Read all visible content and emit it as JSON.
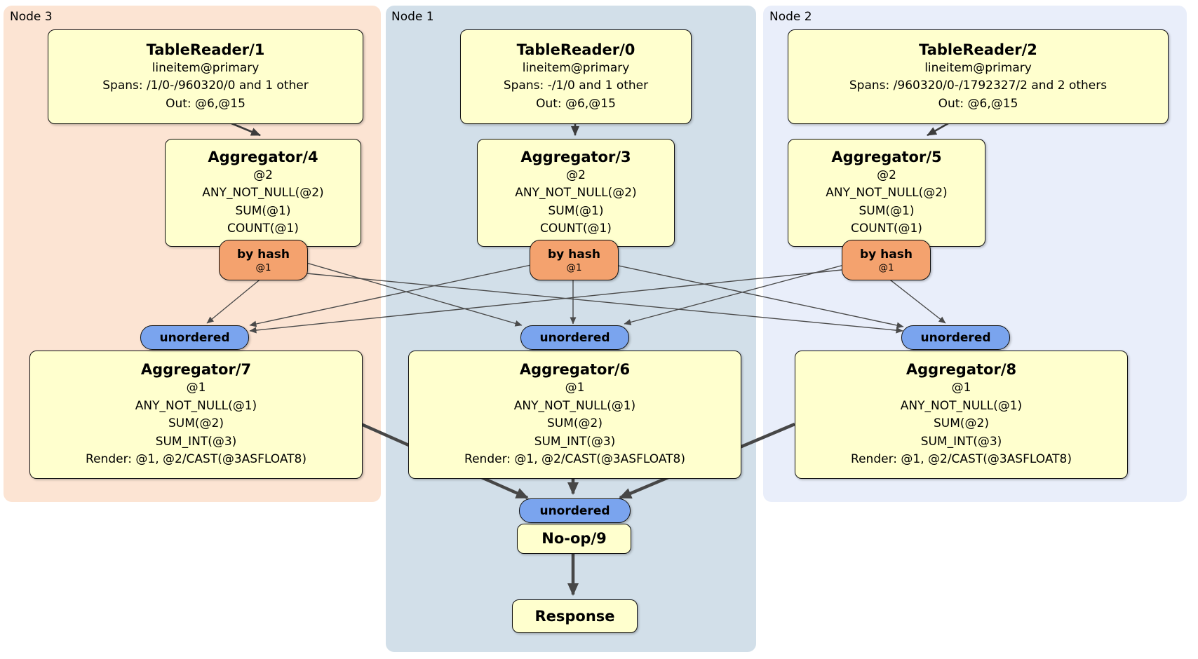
{
  "regions": {
    "node3": {
      "label": "Node 3",
      "bg": "#fce4d3"
    },
    "node1": {
      "label": "Node 1",
      "bg": "#d2dfe9"
    },
    "node2": {
      "label": "Node 2",
      "bg": "#e9eefa"
    }
  },
  "processors": {
    "tr1": {
      "title": "TableReader/1",
      "lines": [
        "lineitem@primary",
        "Spans: /1/0-/960320/0 and 1 other",
        "Out: @6,@15"
      ]
    },
    "tr0": {
      "title": "TableReader/0",
      "lines": [
        "lineitem@primary",
        "Spans: -/1/0 and 1 other",
        "Out: @6,@15"
      ]
    },
    "tr2": {
      "title": "TableReader/2",
      "lines": [
        "lineitem@primary",
        "Spans: /960320/0-/1792327/2 and 2 others",
        "Out: @6,@15"
      ]
    },
    "agg4": {
      "title": "Aggregator/4",
      "lines": [
        "@2",
        "ANY_NOT_NULL(@2)",
        "SUM(@1)",
        "COUNT(@1)"
      ]
    },
    "agg3": {
      "title": "Aggregator/3",
      "lines": [
        "@2",
        "ANY_NOT_NULL(@2)",
        "SUM(@1)",
        "COUNT(@1)"
      ]
    },
    "agg5": {
      "title": "Aggregator/5",
      "lines": [
        "@2",
        "ANY_NOT_NULL(@2)",
        "SUM(@1)",
        "COUNT(@1)"
      ]
    },
    "agg7": {
      "title": "Aggregator/7",
      "lines": [
        "@1",
        "ANY_NOT_NULL(@1)",
        "SUM(@2)",
        "SUM_INT(@3)",
        "Render: @1, @2/CAST(@3ASFLOAT8)"
      ]
    },
    "agg6": {
      "title": "Aggregator/6",
      "lines": [
        "@1",
        "ANY_NOT_NULL(@1)",
        "SUM(@2)",
        "SUM_INT(@3)",
        "Render: @1, @2/CAST(@3ASFLOAT8)"
      ]
    },
    "agg8": {
      "title": "Aggregator/8",
      "lines": [
        "@1",
        "ANY_NOT_NULL(@1)",
        "SUM(@2)",
        "SUM_INT(@3)",
        "Render: @1, @2/CAST(@3ASFLOAT8)"
      ]
    },
    "noop": {
      "title": "No-op/9"
    },
    "response": {
      "title": "Response"
    }
  },
  "router": {
    "label": "by hash",
    "detail": "@1",
    "fill": "#f4a26e"
  },
  "sync": {
    "label": "unordered",
    "fill": "#7aa4ee"
  },
  "colors": {
    "processor_fill": "#ffffce",
    "edge_thin": "#4a4a4a",
    "edge_thick": "#474747",
    "border": "#111111"
  }
}
